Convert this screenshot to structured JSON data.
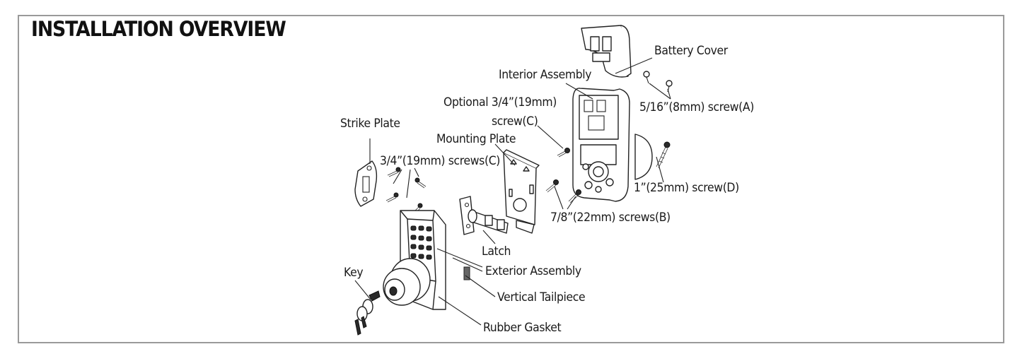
{
  "title": "INSTALLATION OVERVIEW",
  "labels": {
    "battery_cover": "Battery Cover",
    "interior_assembly": "Interior Assembly",
    "optional_screw_line1": "Optional 3/4”(19mm)",
    "optional_screw_line2": "screw(C)",
    "screw_a": "5/16”(8mm) screw(A)",
    "strike_plate": "Strike Plate",
    "mounting_plate": "Mounting Plate",
    "screws_c": "3/4”(19mm) screws(C)",
    "screw_d": "1”(25mm) screw(D)",
    "screws_b": "7/8”(22mm) screws(B)",
    "latch": "Latch",
    "exterior_assembly": "Exterior Assembly",
    "key": "Key",
    "vertical_tailpiece": "Vertical Tailpiece",
    "rubber_gasket": "Rubber Gasket"
  },
  "colors": {
    "frame": "#9a9a9a",
    "ink": "#222222"
  }
}
